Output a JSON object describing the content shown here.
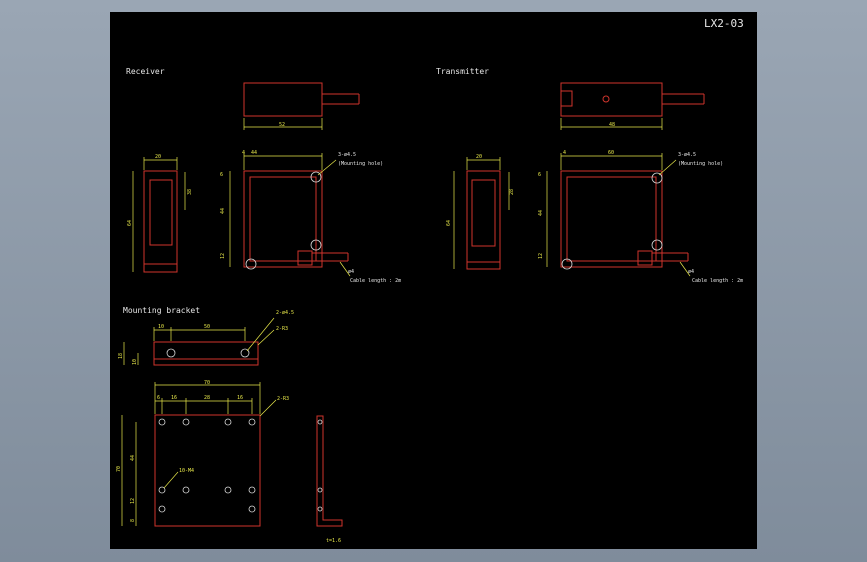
{
  "drawing": {
    "code": "LX2-03",
    "receiver": {
      "title": "Receiver",
      "dims": {
        "top_width": "52",
        "side_width": "20",
        "side_inner": "38",
        "side_height": "64",
        "front_width": "44",
        "front_top": "4",
        "front_left1": "6",
        "front_height": "44",
        "front_bottom": "12"
      },
      "hole_note": "3-ø4.5",
      "hole_note2": "(Mounting hole)",
      "cable": "Cable length : 2m",
      "cable_size": "ø4"
    },
    "transmitter": {
      "title": "Transmitter",
      "dims": {
        "top_width": "48",
        "side_width": "20",
        "side_inner": "28",
        "side_height": "64",
        "front_width": "60",
        "front_top": "4",
        "front_left1": "6",
        "front_height": "44",
        "front_bottom": "12"
      },
      "hole_note": "3-ø4.5",
      "hole_note2": "(Mounting hole)",
      "cable": "Cable length : 2m",
      "cable_size": "ø4"
    },
    "bracket": {
      "title": "Mounting bracket",
      "top_dims": {
        "a": "10",
        "b": "50",
        "c": "18",
        "d": "10"
      },
      "top_notes": {
        "holes": "2-ø4.5",
        "radius": "2-R3"
      },
      "plate_dims": {
        "width": "70",
        "d1": "6",
        "d2": "16",
        "d3": "28",
        "d4": "16",
        "height": "70",
        "h1": "44",
        "h2": "12",
        "h3": "8"
      },
      "plate_notes": {
        "radius": "2-R3",
        "holes": "10-M4"
      },
      "thickness": "t=1.6"
    }
  }
}
